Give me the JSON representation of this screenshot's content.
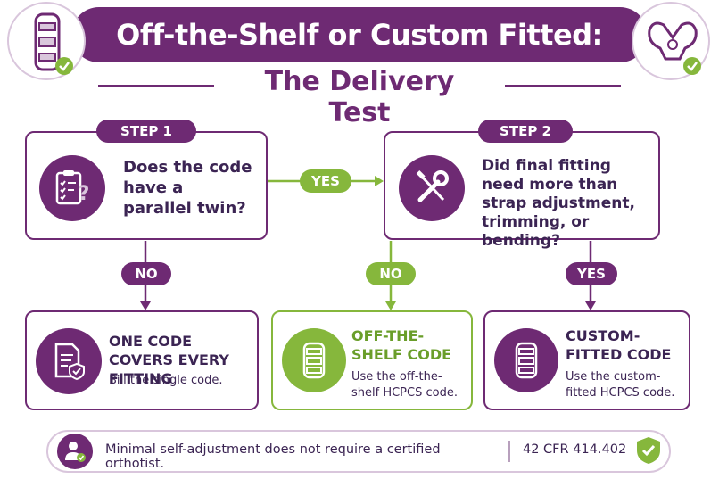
{
  "title": "Off-the-Shelf or Custom Fitted:",
  "subtitle": "The Delivery Test",
  "step1": {
    "label": "STEP 1",
    "question": "Does the code have a parallel twin?"
  },
  "step2": {
    "label": "STEP 2",
    "question": "Did final fitting need more than strap adjustment, trimming, or bending?"
  },
  "labels": {
    "yes_1": "YES",
    "no_1": "NO",
    "no_2": "NO",
    "yes_2": "YES"
  },
  "outcome_one": {
    "title": "ONE CODE COVERS EVERY FITTING",
    "text": "Bill the single code."
  },
  "outcome_ots": {
    "title": "OFF-THE-SHELF CODE",
    "text": "Use the off-the-shelf HCPCS code."
  },
  "outcome_cf": {
    "title": "CUSTOM-FITTED CODE",
    "text": "Use the custom-fitted HCPCS code."
  },
  "footer": {
    "note": "Minimal self-adjustment does not require a certified orthotist.",
    "citation": "42 CFR 414.402"
  },
  "colors": {
    "purple": "#6e2a73",
    "green": "#86b73c",
    "text": "#3b2453"
  },
  "icons": [
    "knee-brace-icon",
    "pelvis-icon",
    "clipboard-question-icon",
    "wrench-screwdriver-icon",
    "document-shield-icon",
    "knee-brace-icon",
    "person-check-icon",
    "shield-check-icon"
  ]
}
